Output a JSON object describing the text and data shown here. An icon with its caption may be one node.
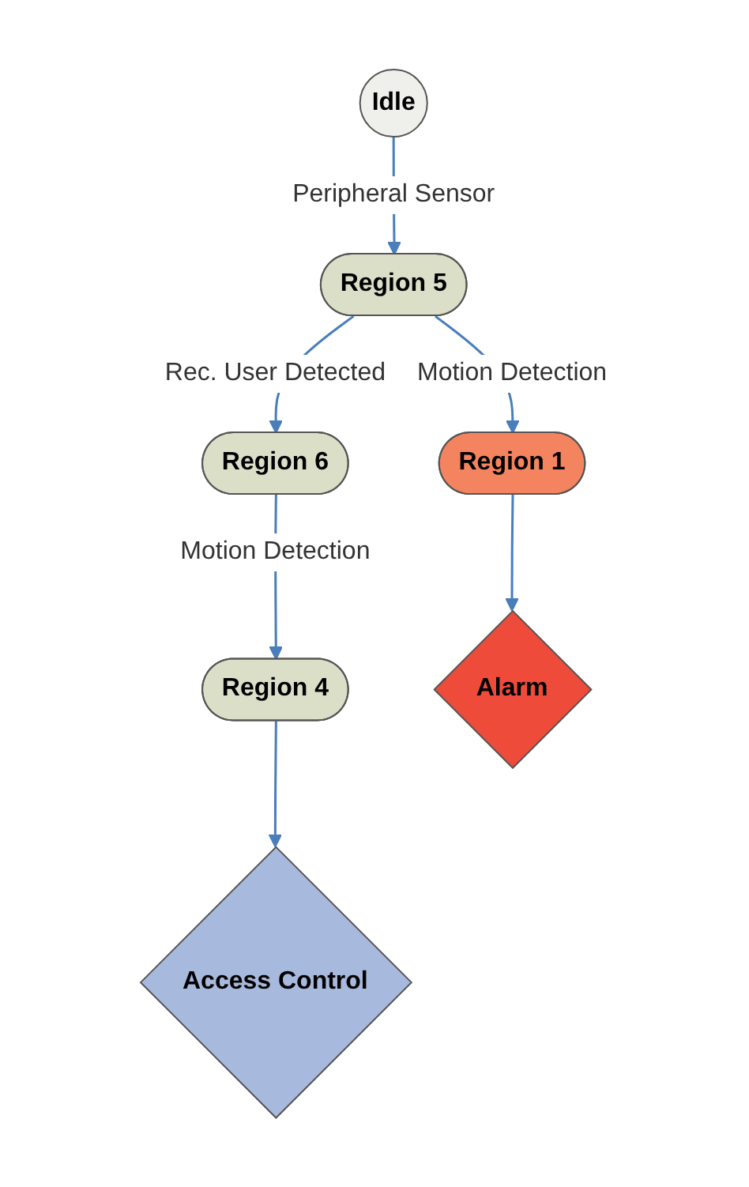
{
  "diagram": {
    "nodes": [
      {
        "text": [
          "Idle"
        ]
      },
      {
        "text": [
          "Region 5"
        ]
      },
      {
        "text": [
          "Region 1"
        ]
      },
      {
        "text": [
          "Region 6"
        ]
      },
      {
        "text": [
          "Region 4"
        ]
      },
      {
        "text": [
          "Alarm"
        ]
      },
      {
        "text": [
          "Access Control"
        ]
      }
    ],
    "edges": [
      {
        "from": 0,
        "to": 1,
        "arrow": "to",
        "label": "Peripheral Sensor"
      },
      {
        "from": 1,
        "to": 2,
        "arrow": "to",
        "label": "Motion Detection"
      },
      {
        "from": 1,
        "to": 3,
        "arrow": "to",
        "label": "Rec. User Detected"
      },
      {
        "from": 3,
        "to": 4,
        "arrow": "to",
        "label": "Motion Detection"
      },
      {
        "from": 2,
        "to": 5,
        "arrow": "to"
      },
      {
        "from": 4,
        "to": 6,
        "arrow": "to"
      }
    ]
  }
}
